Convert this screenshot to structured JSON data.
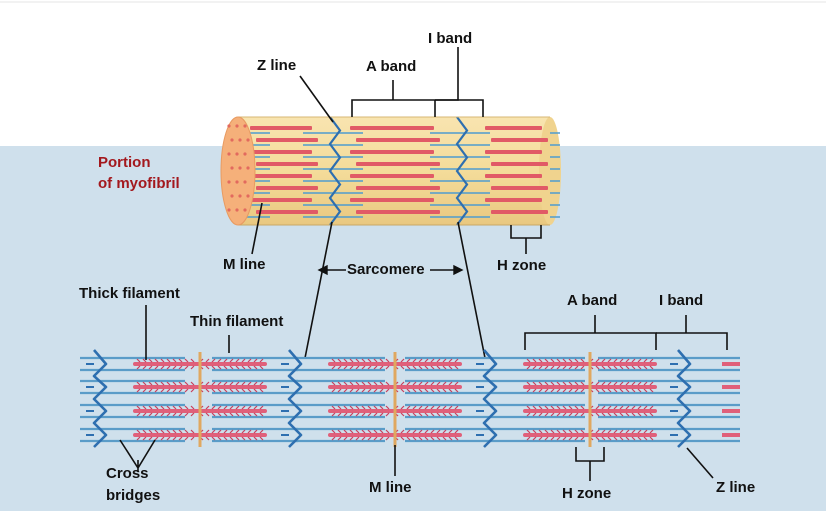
{
  "colors": {
    "panel_bg": "#cfe0ec",
    "thick_filament": "#e0607a",
    "thin_filament": "#5a9cc8",
    "z_line": "#2e6fb0",
    "m_line": "#e0a860",
    "fiber_body": "#f4dc9a",
    "fiber_end": "#f5b07a",
    "label_red": "#a3181d"
  },
  "top_figure": {
    "labels": {
      "portion": "Portion",
      "of_myofibril": "of myofibril",
      "z_line": "Z line",
      "a_band": "A band",
      "i_band": "I band",
      "m_line": "M line",
      "sarcomere": "Sarcomere",
      "h_zone": "H zone"
    }
  },
  "bottom_figure": {
    "labels": {
      "thick_filament": "Thick filament",
      "thin_filament": "Thin filament",
      "a_band": "A band",
      "i_band": "I band",
      "cross": "Cross",
      "bridges": "bridges",
      "m_line": "M line",
      "h_zone": "H zone",
      "z_line": "Z line"
    }
  }
}
